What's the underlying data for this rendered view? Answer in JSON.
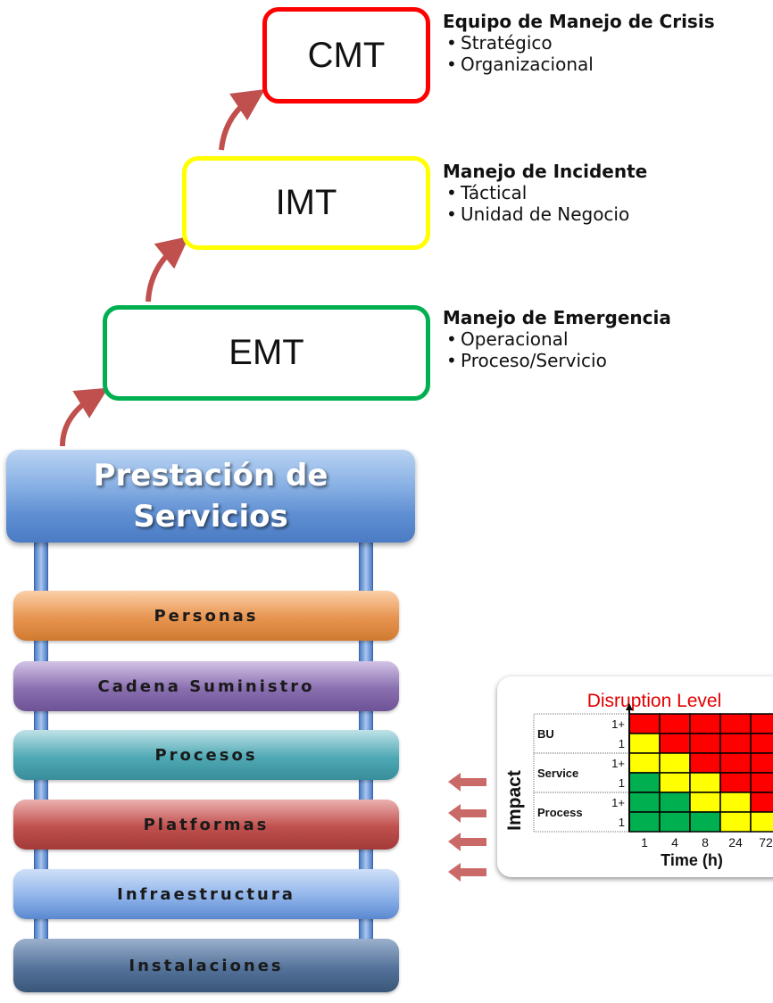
{
  "levels": [
    {
      "abbr": "CMT",
      "title": "Equipo de Manejo de Crisis",
      "bullets": [
        "Stratégico",
        "Organizacional"
      ],
      "color": "#ff0000"
    },
    {
      "abbr": "IMT",
      "title": "Manejo de Incidente",
      "bullets": [
        "Táctical",
        "Unidad de Negocio"
      ],
      "color": "#ffff00"
    },
    {
      "abbr": "EMT",
      "title": "Manejo de Emergencia",
      "bullets": [
        "Operacional",
        "Proceso/Servicio"
      ],
      "color": "#00b050"
    }
  ],
  "service_delivery": {
    "line1": "Prestación de",
    "line2": "Servicios"
  },
  "layers": [
    {
      "label": "Personas",
      "color": "#e7944f"
    },
    {
      "label": "Cadena Suministro",
      "color": "#8a6fb0"
    },
    {
      "label": "Procesos",
      "color": "#4fa9b5"
    },
    {
      "label": "Platformas",
      "color": "#c0504d"
    },
    {
      "label": "Infraestructura",
      "color": "#6f9ad8"
    },
    {
      "label": "Instalaciones",
      "color": "#44648a"
    }
  ],
  "colors": {
    "arrow": "#c0504d",
    "pillar": "#6e99d8"
  },
  "matrix": {
    "title": "Disruption Level",
    "y_axis": "Impact",
    "x_axis": "Time (h)",
    "groups": [
      {
        "label": "BU",
        "subs": [
          "1+",
          "1"
        ]
      },
      {
        "label": "Service",
        "subs": [
          "1+",
          "1"
        ]
      },
      {
        "label": "Process",
        "subs": [
          "1+",
          "1"
        ]
      }
    ],
    "time_ticks": [
      "1",
      "4",
      "8",
      "24",
      "72"
    ],
    "cells": [
      [
        "R",
        "R",
        "R",
        "R",
        "R"
      ],
      [
        "Y",
        "R",
        "R",
        "R",
        "R"
      ],
      [
        "Y",
        "Y",
        "R",
        "R",
        "R"
      ],
      [
        "G",
        "Y",
        "Y",
        "R",
        "R"
      ],
      [
        "G",
        "G",
        "Y",
        "Y",
        "R"
      ],
      [
        "G",
        "G",
        "G",
        "Y",
        "Y"
      ]
    ],
    "cell_colors": {
      "R": "#ff0000",
      "Y": "#ffff00",
      "G": "#00b050"
    }
  }
}
